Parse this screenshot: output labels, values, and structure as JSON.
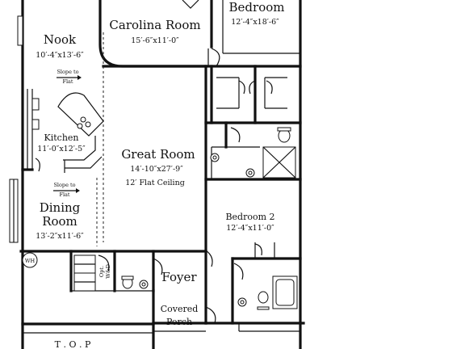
{
  "rooms": {
    "carolina": {
      "name": "Carolina Room",
      "dim": "15′-6″x11′-0″"
    },
    "bedroom_top": {
      "name": "Bedroom",
      "dim": "12′-4″x18′-6″"
    },
    "nook": {
      "name": "Nook",
      "dim": "10′-4″x13′-6″",
      "note1": "Slope to",
      "note2": "Flat"
    },
    "kitchen": {
      "name": "Kitchen",
      "dim": "11′-0″x12′-5″"
    },
    "great_room": {
      "name": "Great Room",
      "dim": "14′-10″x27′-9″",
      "note": "12′ Flat Ceiling"
    },
    "dining": {
      "name1": "Dining",
      "name2": "Room",
      "dim": "13′-2″x11′-6″",
      "note1": "Slope to",
      "note2": "Flat"
    },
    "bedroom2": {
      "name": "Bedroom 2",
      "dim": "12′-4″x11′-0″"
    },
    "foyer": {
      "name": "Foyer"
    },
    "porch": {
      "name1": "Covered",
      "name2": "Porch"
    }
  },
  "labels": {
    "wh": "WH",
    "opt1": "Opt.",
    "opt2": "W&D",
    "bottom_partial": "T . O . P"
  }
}
